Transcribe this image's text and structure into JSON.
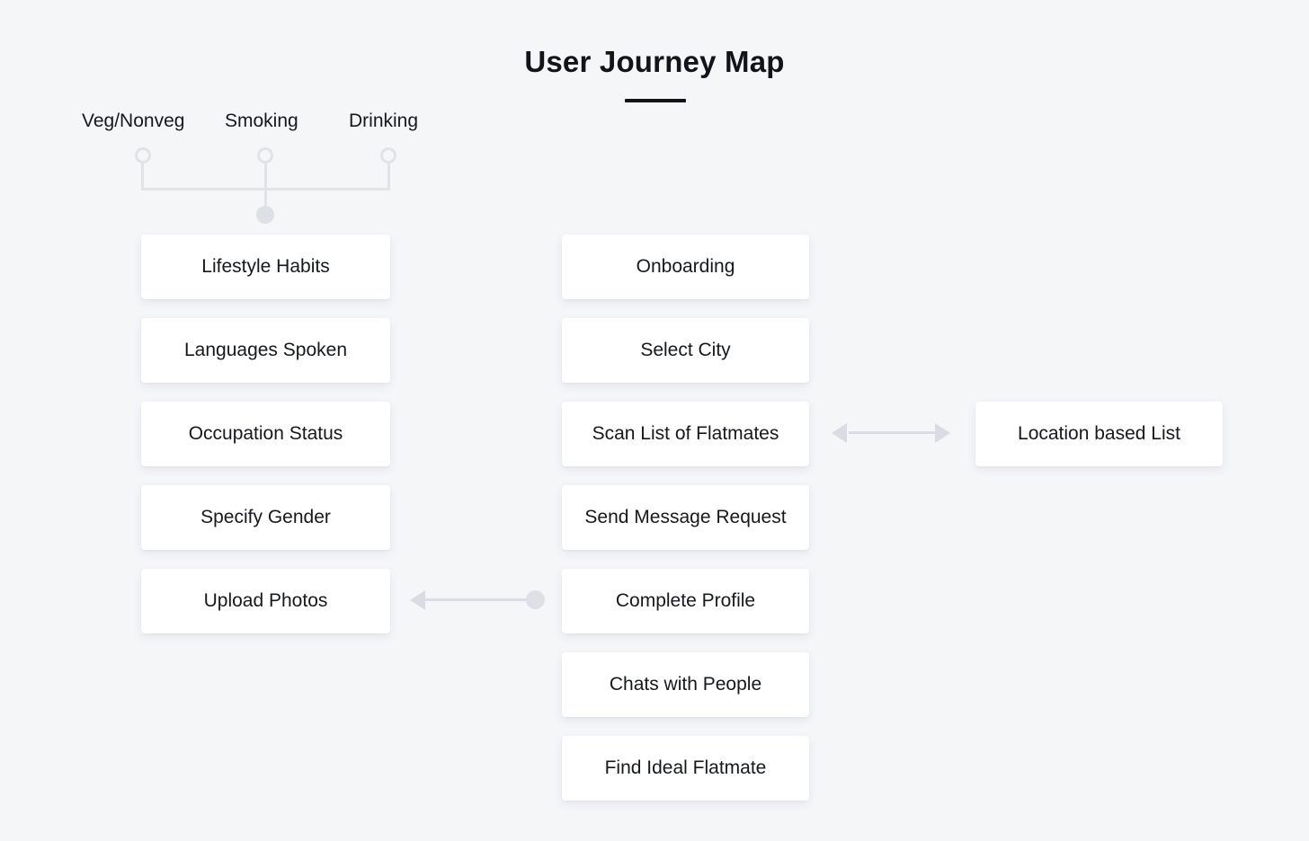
{
  "page": {
    "title": "User Journey Map",
    "background_color": "#f5f6f8",
    "card_color": "#ffffff",
    "text_color": "#15181d",
    "connector_color": "#dfe3e8",
    "arrow_color": "#d9dce2"
  },
  "attributes": [
    {
      "label": "Veg/Nonveg",
      "icon": "circle-node-icon"
    },
    {
      "label": "Smoking",
      "icon": "circle-node-icon"
    },
    {
      "label": "Drinking",
      "icon": "circle-node-icon"
    }
  ],
  "columns": {
    "left": {
      "name": "profile-setup",
      "cards": [
        {
          "label": "Lifestyle Habits"
        },
        {
          "label": "Languages Spoken"
        },
        {
          "label": "Occupation Status"
        },
        {
          "label": "Specify Gender"
        },
        {
          "label": "Upload Photos"
        }
      ]
    },
    "middle": {
      "name": "journey-flow",
      "cards": [
        {
          "label": "Onboarding"
        },
        {
          "label": "Select City"
        },
        {
          "label": "Scan List of Flatmates"
        },
        {
          "label": "Send Message Request"
        },
        {
          "label": "Complete Profile"
        },
        {
          "label": "Chats with People"
        },
        {
          "label": "Find Ideal Flatmate"
        }
      ]
    },
    "right": {
      "name": "supporting-view",
      "cards": [
        {
          "label": "Location based List"
        }
      ]
    }
  },
  "connectors": [
    {
      "name": "attributes-to-lifestyle-habits",
      "type": "tree",
      "from": [
        "Veg/Nonveg",
        "Smoking",
        "Drinking"
      ],
      "to": "Lifestyle Habits"
    },
    {
      "name": "scan-list-to-location-list",
      "type": "bidirectional-arrow",
      "from": "Scan List of Flatmates",
      "to": "Location based List"
    },
    {
      "name": "complete-profile-to-upload-photos",
      "type": "arrow-left",
      "from": "Complete Profile",
      "to": "Upload Photos"
    }
  ]
}
